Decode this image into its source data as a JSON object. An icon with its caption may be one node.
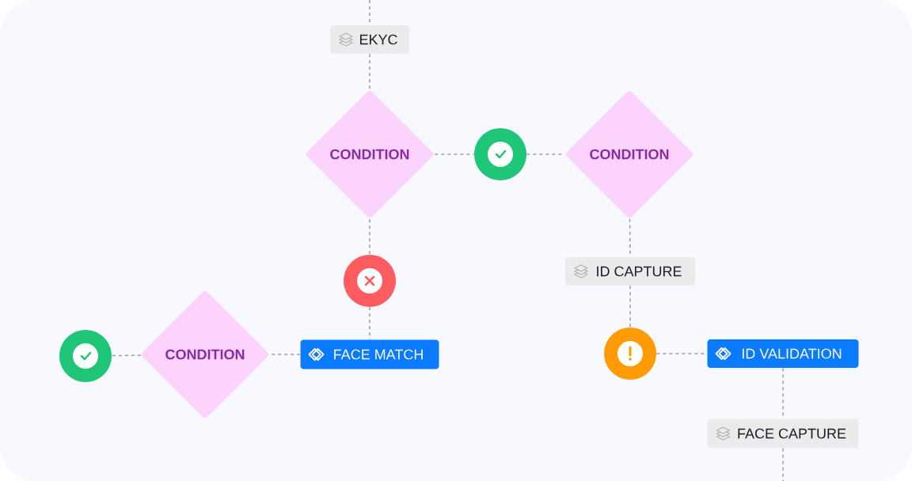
{
  "diagram": {
    "nodes": [
      {
        "text": [
          "EKYC"
        ]
      },
      {
        "text": [
          "CONDITION"
        ]
      },
      {
        "text": [],
        "shape": "circle"
      },
      {
        "text": [
          "CONDITION"
        ]
      },
      {
        "text": [
          "ID CAPTURE"
        ]
      },
      {
        "text": [],
        "shape": "circle"
      },
      {
        "text": [
          "FACE MATCH"
        ]
      },
      {
        "text": [
          "CONDITION"
        ]
      },
      {
        "text": [],
        "shape": "circle"
      },
      {
        "text": [],
        "shape": "circle"
      },
      {
        "text": [
          "ID VALIDATION"
        ]
      },
      {
        "text": [
          "FACE CAPTURE"
        ]
      }
    ],
    "edges": [
      {
        "from": null,
        "to": 0,
        "arrow": "none"
      },
      {
        "from": 0,
        "to": 1,
        "arrow": "none"
      },
      {
        "from": 1,
        "to": 2,
        "arrow": "none"
      },
      {
        "from": 2,
        "to": 3,
        "arrow": "none"
      },
      {
        "from": 3,
        "to": 4,
        "arrow": "none"
      },
      {
        "from": 1,
        "to": 5,
        "arrow": "none"
      },
      {
        "from": 5,
        "to": 6,
        "arrow": "none"
      },
      {
        "from": 6,
        "to": 7,
        "arrow": "none"
      },
      {
        "from": 7,
        "to": 8,
        "arrow": "none"
      },
      {
        "from": 4,
        "to": 9,
        "arrow": "none"
      },
      {
        "from": 9,
        "to": 10,
        "arrow": "none"
      },
      {
        "from": 10,
        "to": 11,
        "arrow": "none"
      },
      {
        "from": 11,
        "to": null,
        "arrow": "none"
      }
    ]
  }
}
